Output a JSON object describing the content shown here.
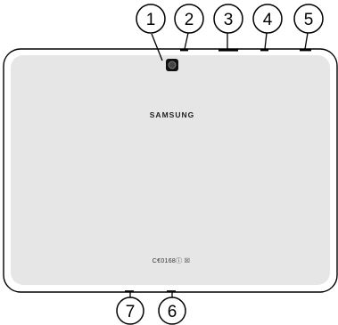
{
  "brand": "SAMSUNG",
  "regulatory_marks": "C€0168ⓘ ☒",
  "callouts": [
    "1",
    "2",
    "3",
    "4",
    "5",
    "6",
    "7"
  ],
  "colors": {
    "body_fill": "#e6e6e6",
    "outline": "#000000",
    "camera": "#111111"
  }
}
